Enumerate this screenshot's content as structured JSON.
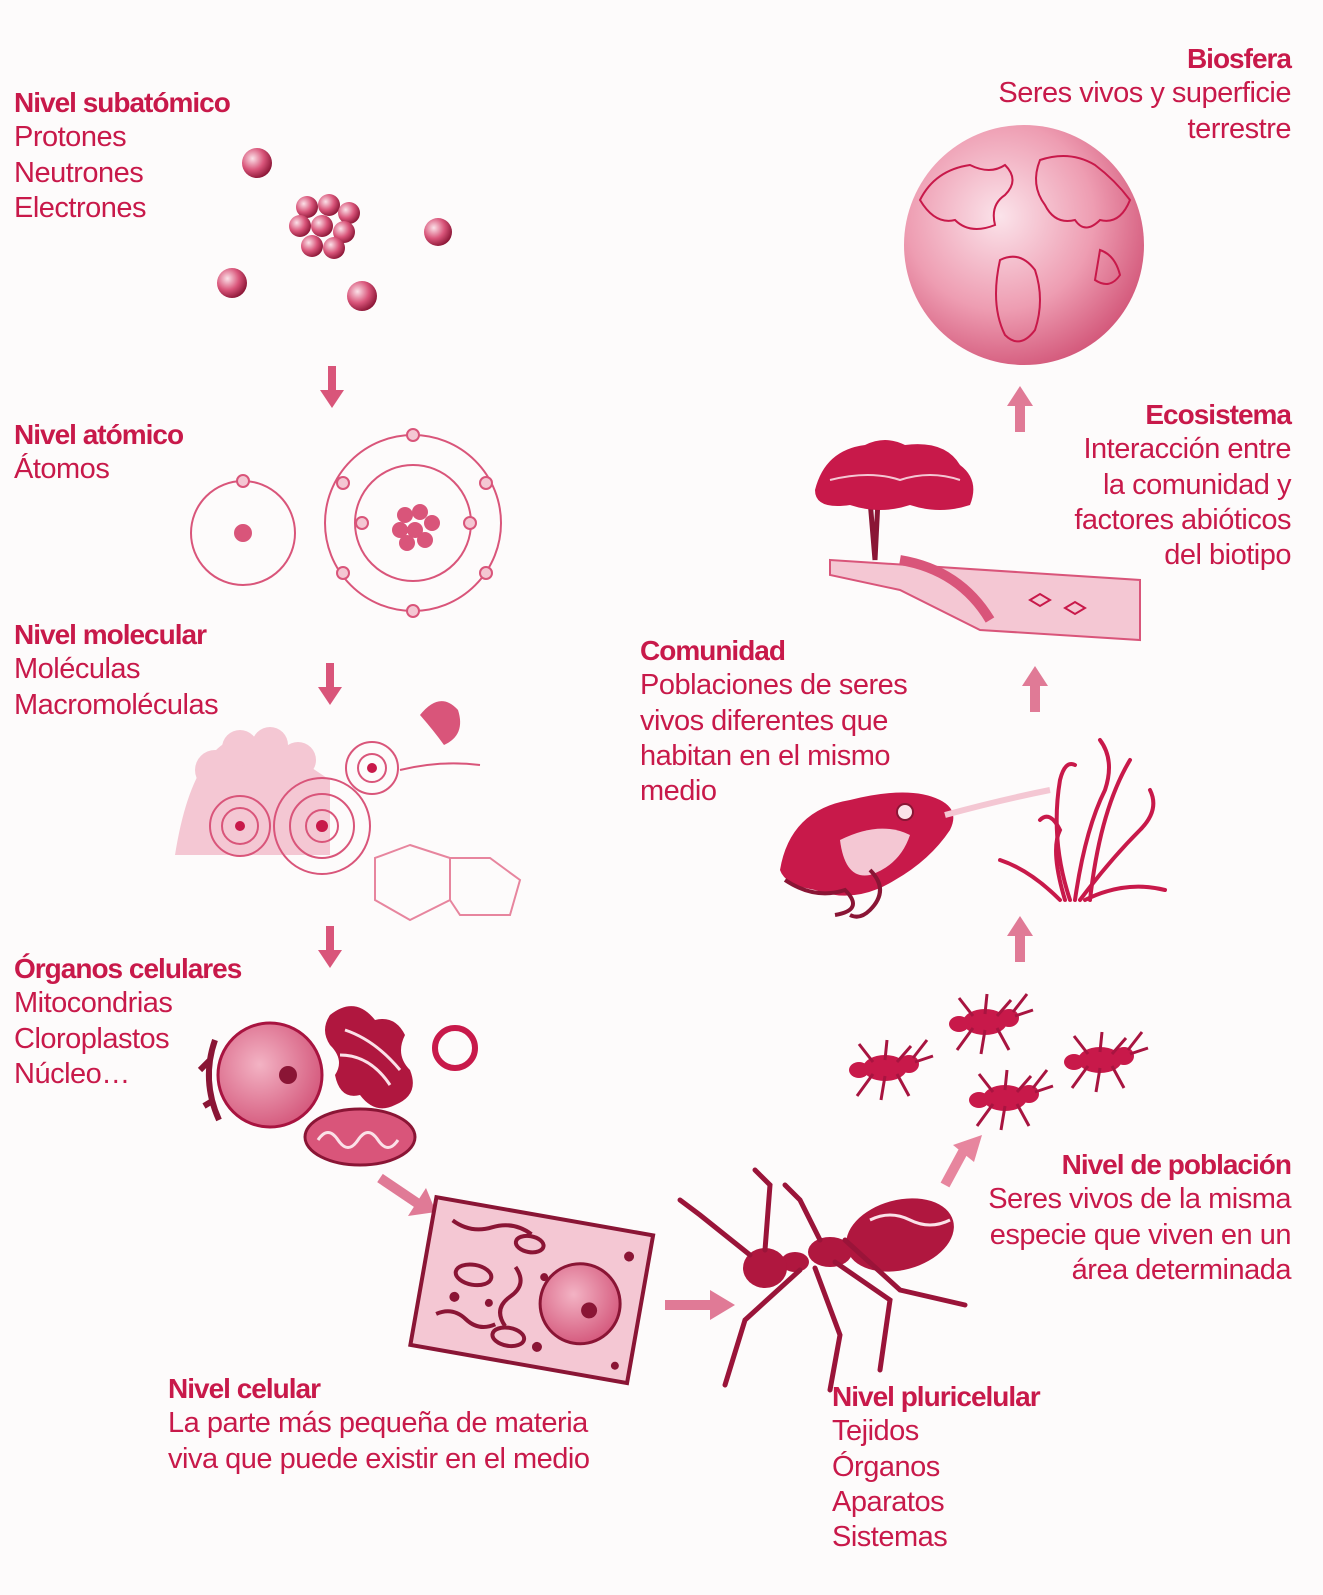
{
  "colors": {
    "accent": "#c8194a",
    "fill": "#e7859e",
    "light": "#f4c7d3",
    "dark": "#8a1535",
    "bg": "#fdfbfb"
  },
  "levels": {
    "subatomico": {
      "title": "Nivel subatómico",
      "lines": [
        "Protones",
        "Neutrones",
        "Electrones"
      ]
    },
    "atomico": {
      "title": "Nivel atómico",
      "lines": [
        "Átomos"
      ]
    },
    "molecular": {
      "title": "Nivel molecular",
      "lines": [
        "Moléculas",
        "Macromoléculas"
      ]
    },
    "organos_celulares": {
      "title": "Órganos celulares",
      "lines": [
        "Mitocondrias",
        "Cloroplastos",
        "Núcleo…"
      ]
    },
    "celular": {
      "title": "Nivel celular",
      "lines": [
        "La parte más pequeña de materia",
        "viva que puede existir en el medio"
      ]
    },
    "pluricelular": {
      "title": "Nivel pluricelular",
      "lines": [
        "Tejidos",
        "Órganos",
        "Aparatos",
        "Sistemas"
      ]
    },
    "poblacion": {
      "title": "Nivel de población",
      "lines": [
        "Seres vivos de la misma",
        "especie que viven en un",
        "área determinada"
      ]
    },
    "comunidad": {
      "title": "Comunidad",
      "lines": [
        "Poblaciones de seres",
        "vivos diferentes que",
        "habitan en el mismo",
        "medio"
      ]
    },
    "ecosistema": {
      "title": "Ecosistema",
      "lines": [
        "Interacción entre",
        "la comunidad y",
        "factores abióticos",
        "del biotipo"
      ]
    },
    "biosfera": {
      "title": "Biosfera",
      "lines": [
        "Seres vivos y superficie",
        "terrestre"
      ]
    }
  },
  "icons": [
    "particles-icon",
    "atom-icon",
    "molecule-icon",
    "organelles-icon",
    "cell-icon",
    "ant-icon",
    "ant-colony-icon",
    "frog-icon",
    "seaweed-icon",
    "ecosystem-icon",
    "globe-icon",
    "arrow-icon"
  ]
}
